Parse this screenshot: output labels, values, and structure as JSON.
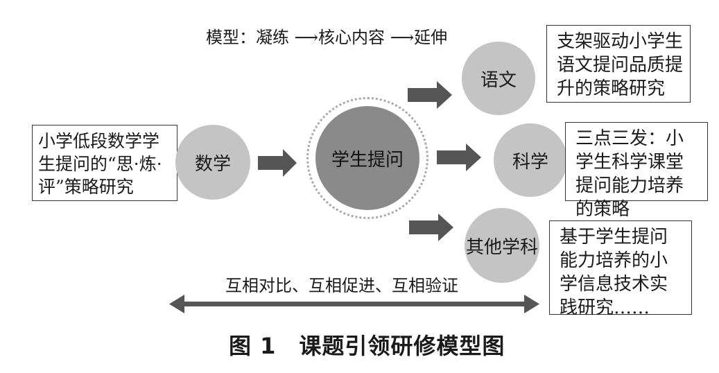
{
  "model_line": {
    "prefix": "模型：凝练",
    "arrow1": "⟶",
    "middle": "核心内容",
    "arrow2": "⟶",
    "suffix": "延伸"
  },
  "center": {
    "label": "学生提问"
  },
  "source": {
    "circle_label": "数学",
    "box_text": "小学低段数学学生提问的“思·炼·评”策略研究"
  },
  "branches": [
    {
      "circle_label": "语文",
      "box_text": "支架驱动小学生语文提问品质提升的策略研究"
    },
    {
      "circle_label": "科学",
      "box_text": "三点三发：小学生科学课堂提问能力培养的策略"
    },
    {
      "circle_label": "其他学科",
      "box_text": "基于学生提问能力培养的小学信息技术实践研究……"
    }
  ],
  "bottom_text": "互相对比、互相促进、互相验证",
  "caption": "图 1　课题引领研修模型图",
  "colors": {
    "light_circle": "#c4c4c4",
    "dark_circle": "#8a8a8a",
    "arrow": "#555555",
    "ring": "#a8a8a8"
  }
}
